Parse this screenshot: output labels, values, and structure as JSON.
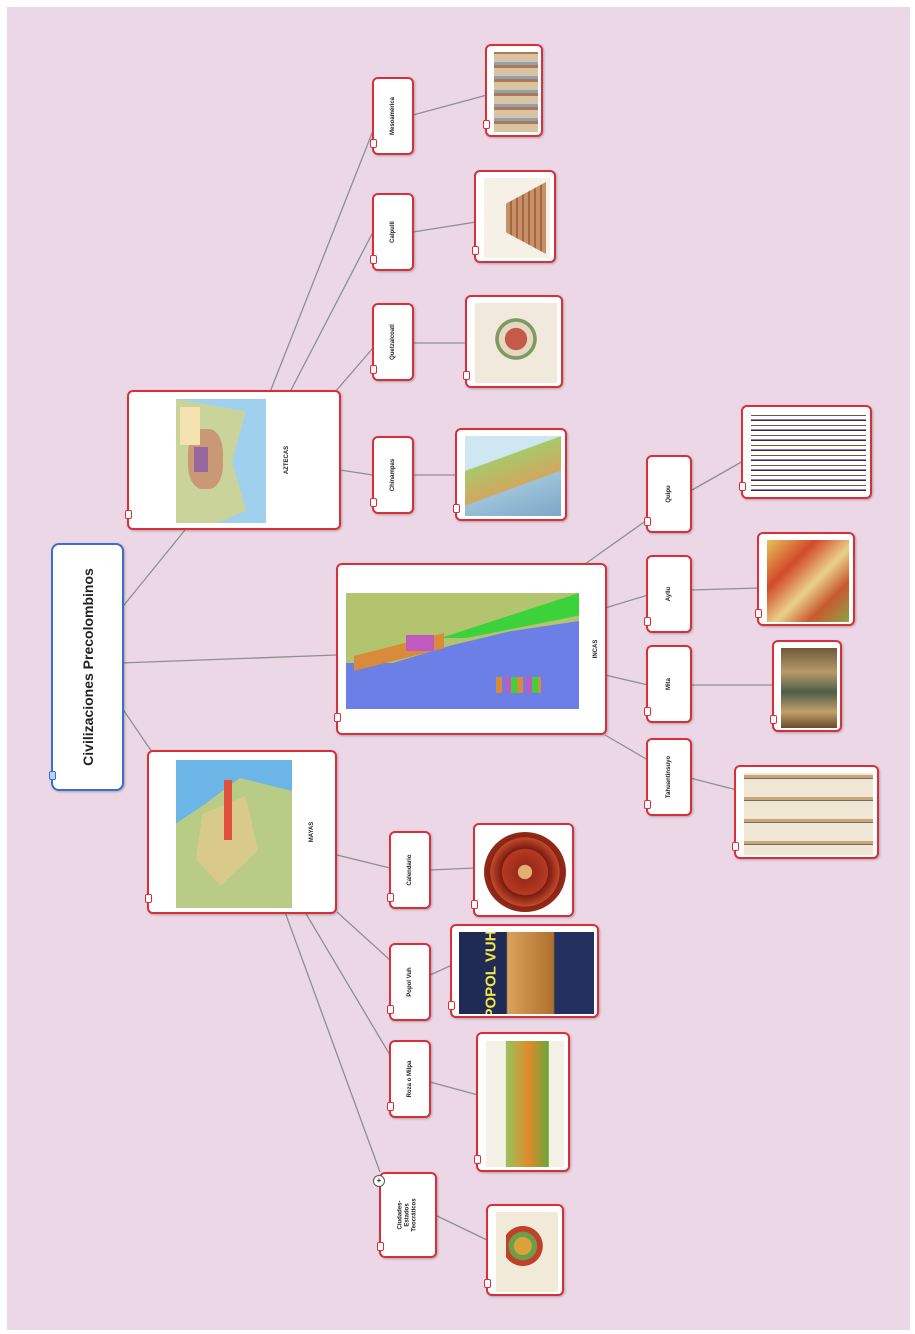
{
  "colors": {
    "background": "#ecd7e6",
    "node_border": "#d6303a",
    "root_border": "#3b6fc9",
    "link": "#8f8f8f"
  },
  "root": {
    "title": "Civilizaciones Precolombinos"
  },
  "branches": {
    "aztecas": {
      "label": "AZTECAS",
      "picture": "aztec-empire-map",
      "children": [
        {
          "label": "Chinampas",
          "picture": "chinampas-illustration"
        },
        {
          "label": "Quetzalcoatl",
          "picture": "quetzalcoatl-codex"
        },
        {
          "label": "Calpulli",
          "picture": "pyramid-illustration"
        },
        {
          "label": "Mesoamérica",
          "picture": "aztec-codex-scene"
        }
      ]
    },
    "incas": {
      "label": "INCAS",
      "picture": "inca-empire-map",
      "children": [
        {
          "label": "Quipu",
          "picture": "quipu-cords"
        },
        {
          "label": "Ayllu",
          "picture": "ayllu-painting"
        },
        {
          "label": "Mita",
          "picture": "mita-workers"
        },
        {
          "label": "Tahuantinsuyo",
          "picture": "inca-codex-drawings"
        }
      ]
    },
    "mayas": {
      "label": "MAYAS",
      "picture": "maya-region-map",
      "children": [
        {
          "label": "Calendario",
          "picture": "maya-calendar-disc"
        },
        {
          "label": "Popol Vuh",
          "picture": "popol-vuh-cover",
          "picture_text": "POPOL VUH"
        },
        {
          "label": "Roza o Milpa",
          "picture": "milpa-farming-scene"
        },
        {
          "label_lines": [
            "Ciudades-",
            "Estados",
            "Teocráticos"
          ],
          "picture": "maya-codex-figure",
          "marker": "+"
        }
      ]
    }
  }
}
